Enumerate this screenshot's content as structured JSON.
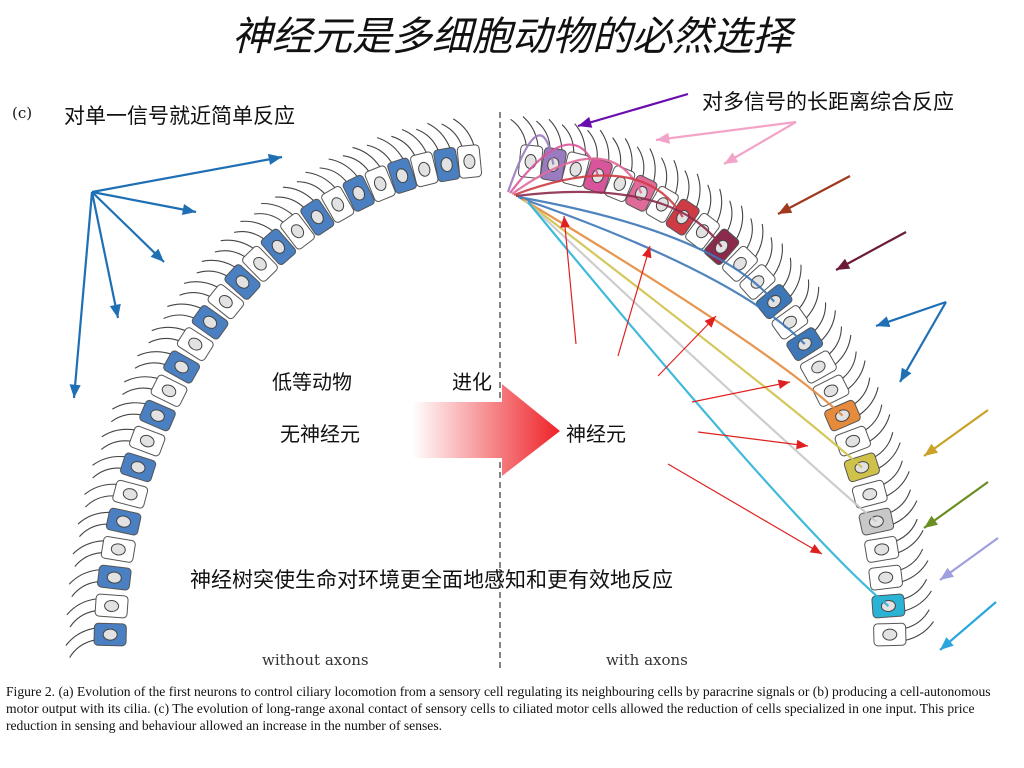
{
  "title": "神经元是多细胞动物的必然选择",
  "panel_label": "(c)",
  "left_caption": "对单一信号就近简单反应",
  "right_caption": "对多信号的长距离综合反应",
  "label_lower_animals": "低等动物",
  "label_evolution": "进化",
  "label_no_neurons": "无神经元",
  "label_neurons": "神经元",
  "bottom_statement": "神经树突使生命对环境更全面地感知和更有效地反应",
  "label_without_axons": "without axons",
  "label_with_axons": "with axons",
  "figure_caption": "Figure 2. (a) Evolution of the first neurons to control ciliary locomotion from a sensory cell regulating its neighbouring cells by paracrine signals or (b) producing a cell-autonomous motor output with its cilia. (c) The evolution of long-range axonal contact of sensory cells to ciliated motor cells allowed the reduction of cells specialized in one input. This price reduction in sensing and behaviour allowed an increase in the number of senses.",
  "colors": {
    "left_cells": "#4a7fc1",
    "left_arrows": "#1f6fb5",
    "evolution_arrow": "#ee2228",
    "red_arrows": "#e02020",
    "right_sensory": [
      "#9b7bbf",
      "#d9559b",
      "#e06a9a",
      "#cf3b45",
      "#8b2a4c",
      "#3d77b8",
      "#3d77b8",
      "#e68a3c",
      "#cfc24a",
      "#c8c8c8",
      "#2bb3d6"
    ],
    "input_arrows": [
      "#6a0dad",
      "#f4a3c8",
      "#f4a3c8",
      "#a0391f",
      "#6b1a3a",
      "#1f6fb5",
      "#1f6fb5",
      "#c9a227",
      "#6b8e23",
      "#9f9fdf",
      "#29a6dd"
    ]
  }
}
